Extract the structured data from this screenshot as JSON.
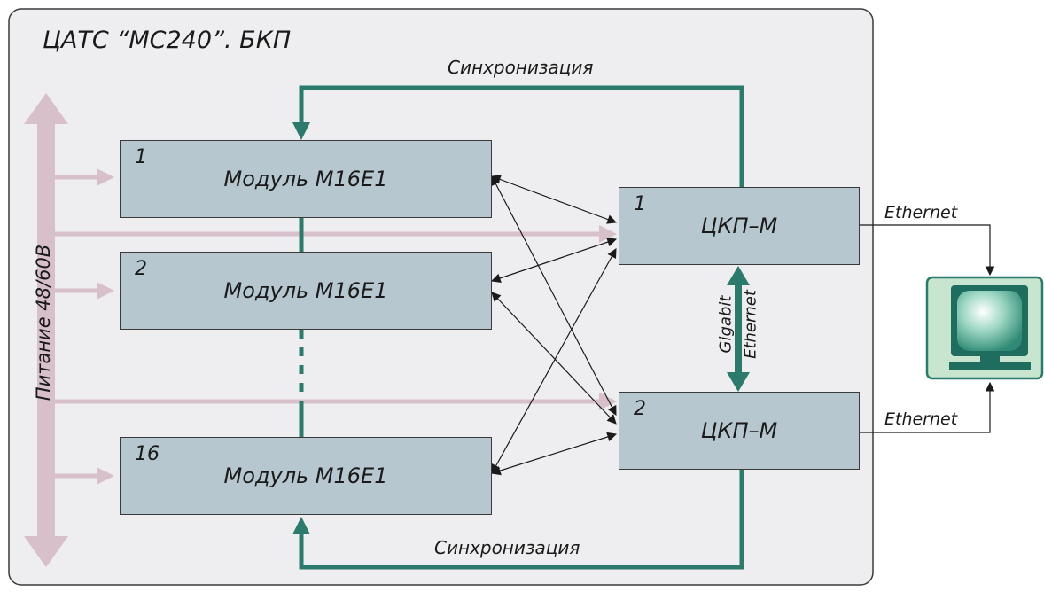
{
  "title": "ЦАТС “МС240”. БКП",
  "power_label": "Питание 48/60В",
  "sync_top_label": "Синхронизация",
  "sync_bottom_label": "Синхронизация",
  "modules": [
    {
      "num": "1",
      "name": "Модуль М16Е1"
    },
    {
      "num": "2",
      "name": "Модуль М16Е1"
    },
    {
      "num": "16",
      "name": "Модуль М16Е1"
    }
  ],
  "ckp": [
    {
      "num": "1",
      "name": "ЦКП–М"
    },
    {
      "num": "2",
      "name": "ЦКП–М"
    }
  ],
  "gigabit_label": "Gigabit",
  "gigabit_ethernet_label": "Ethernet",
  "ethernet_top_label": "Ethernet",
  "ethernet_bottom_label": "Ethernet",
  "colors": {
    "frame_bg": "#eeeef0",
    "box_fill": "#b6c7cf",
    "teal": "#2b7a6b",
    "pink": "#d8c0cb",
    "monitor_bg": "#c8e6cf"
  }
}
